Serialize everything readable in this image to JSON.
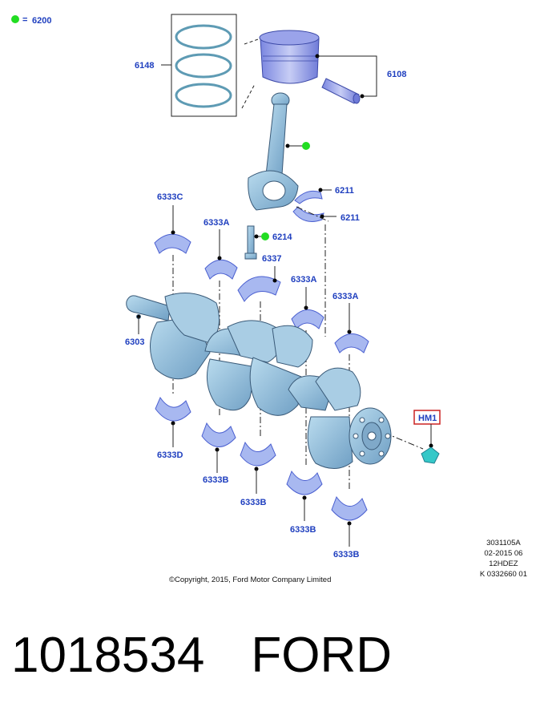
{
  "legend": {
    "marker_color": "#22dd22",
    "symbol": "=",
    "code": "6200"
  },
  "labels": {
    "l6148": "6148",
    "l6108": "6108",
    "l6211a": "6211",
    "l6211b": "6211",
    "l6214": "6214",
    "l6337": "6337",
    "l6333C": "6333C",
    "l6333A1": "6333A",
    "l6333A2": "6333A",
    "l6333A3": "6333A",
    "l6303": "6303",
    "l6333D": "6333D",
    "l6333B1": "6333B",
    "l6333B2": "6333B",
    "l6333B3": "6333B",
    "l6333B4": "6333B",
    "hm1": "HM1"
  },
  "meta": [
    "3031105A",
    "02-2015 06",
    "12HDEZ",
    "K 0332660 01"
  ],
  "copyright": "©Copyright, 2015, Ford Motor Company Limited",
  "part_number": "1018534",
  "brand": "FORD",
  "colors": {
    "label": "#1f3fbf",
    "part_fill": "#8fb8d8",
    "part_stroke": "#3a5a78",
    "bearing_fill": "#a8b8f0",
    "bearing_dark": "#4a5fd0",
    "hm_box": "#cc2222"
  }
}
